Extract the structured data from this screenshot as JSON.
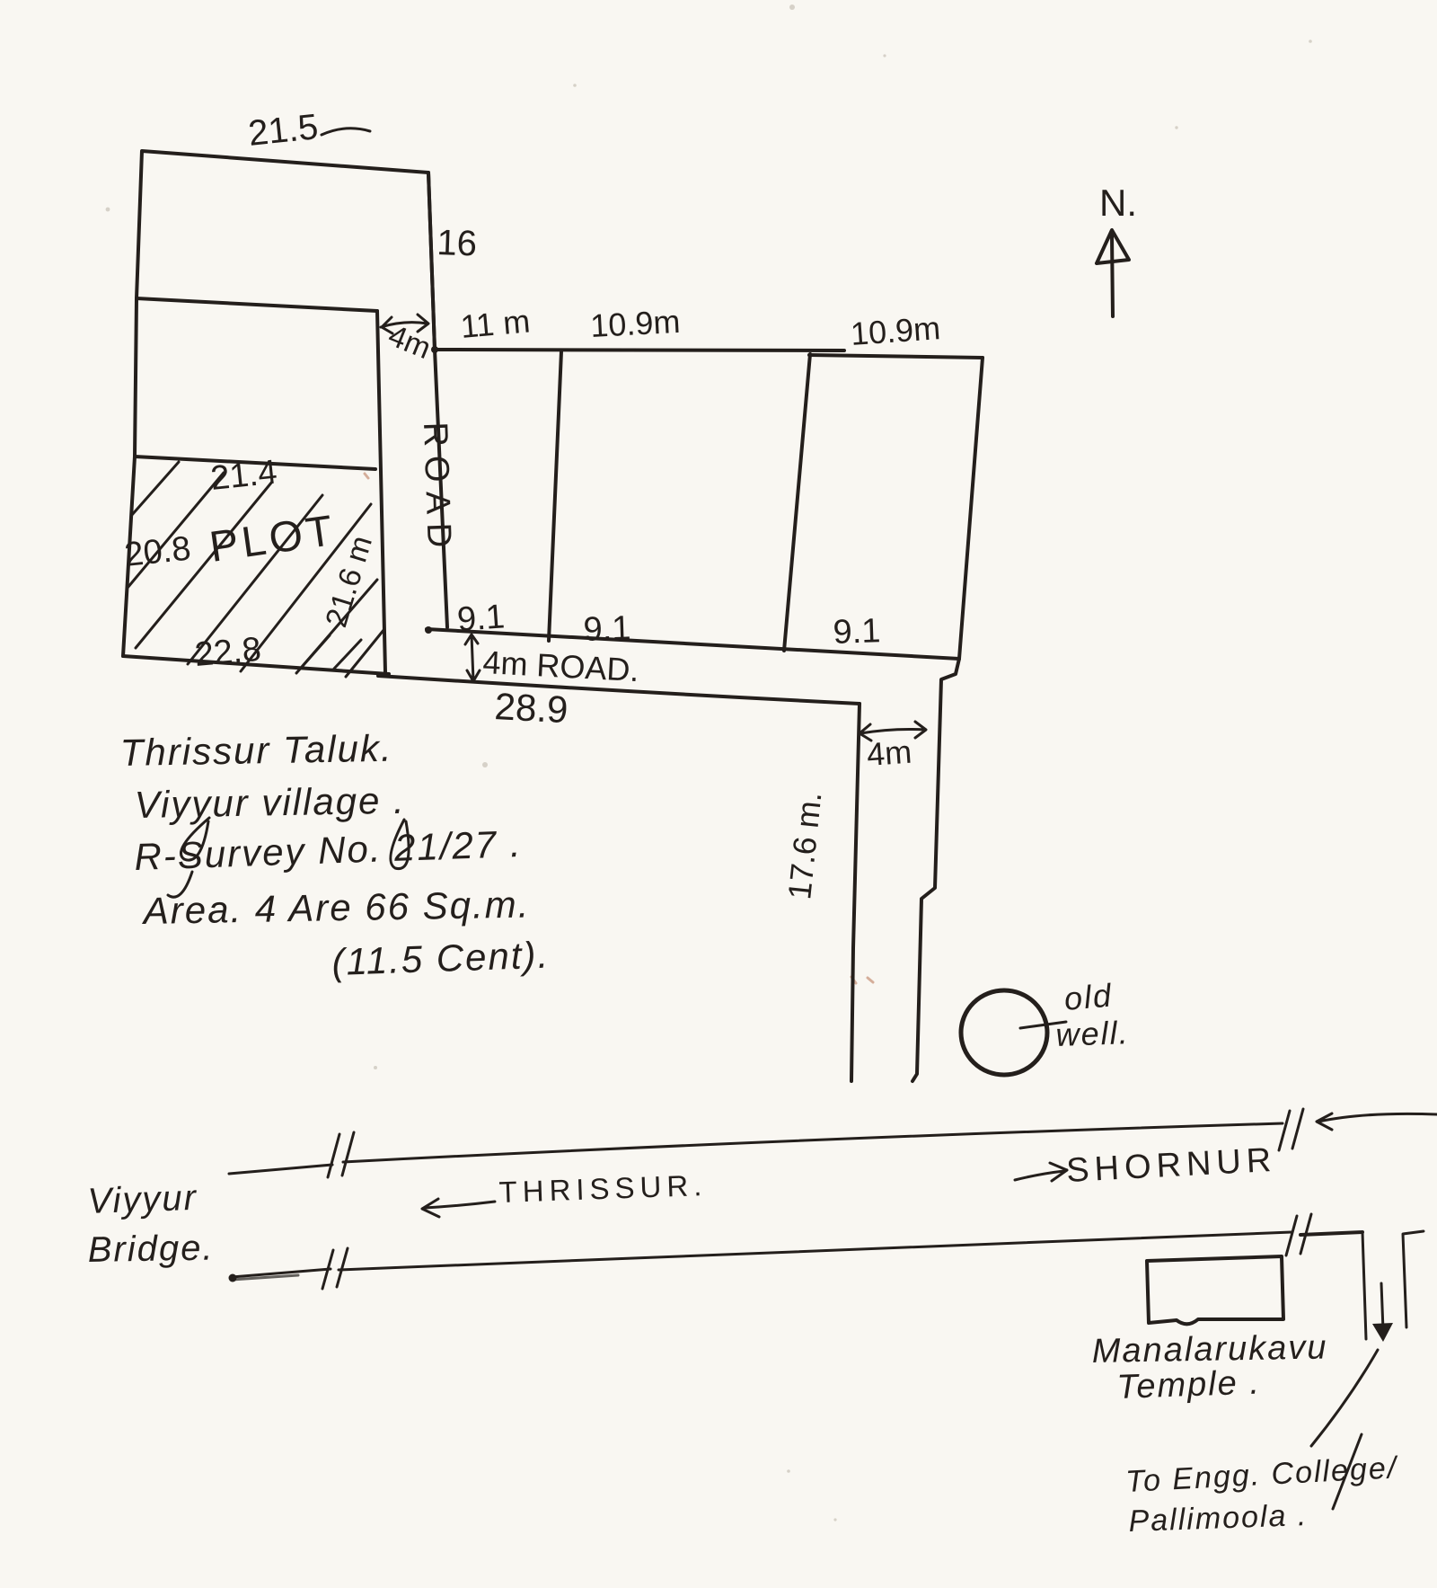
{
  "page": {
    "paper_color": "#f9f7f2",
    "ink_color": "#241f1c"
  },
  "north_indicator": {
    "label": "N."
  },
  "sketch": {
    "parcel_a": {
      "top_dim": "21.5",
      "right_dim": "16"
    },
    "west_road": {
      "width_dim": "4m",
      "name": "ROAD"
    },
    "main_plot": {
      "top_dim": "21.4",
      "left_dim": "20.8",
      "label": "PLOT",
      "right_dim": "21.6 m",
      "bottom_dim": "22.8"
    },
    "subplots": {
      "top_dims": [
        "11 m",
        "10.9m",
        "10.9m"
      ],
      "bottom_dims": [
        "9.1",
        "9.1",
        "9.1"
      ]
    },
    "south_road": {
      "label": "4m ROAD.",
      "outer_dim": "28.9"
    },
    "east_road": {
      "width_dim": "4m",
      "length_dim": "17.6 m."
    },
    "old_well": {
      "label_line1": "old",
      "label_line2": "well."
    }
  },
  "notes": {
    "line1": "Thrissur Taluk.",
    "line2": "Viyyur village .",
    "line3": "R-Survey No. 21/27 .",
    "line4": "Area. 4 Are 66 Sq.m.",
    "line5": "(11.5 Cent)."
  },
  "location_map": {
    "bridge_label_line1": "Viyyur",
    "bridge_label_line2": "Bridge.",
    "west_destination": "THRISSUR.",
    "east_destination": "SHORNUR",
    "temple_label_line1": "Manalarukavu",
    "temple_label_line2": "Temple .",
    "south_destination_line1": "To Engg. College/",
    "south_destination_line2": "Pallimoola ."
  }
}
